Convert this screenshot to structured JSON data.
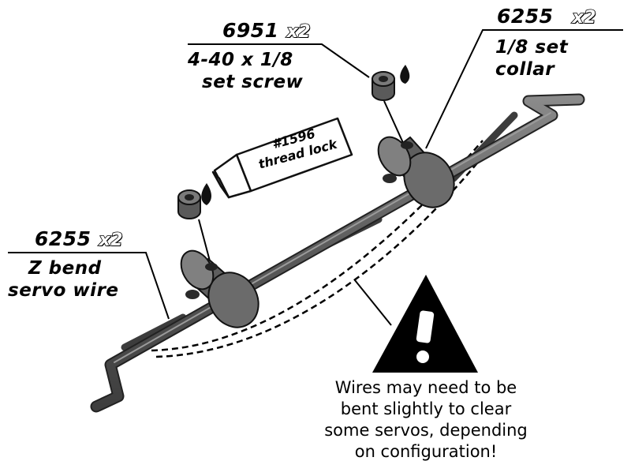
{
  "callouts": {
    "set_screw": {
      "part_number": "6951",
      "quantity": "x2",
      "line1": "4-40 x 1/8",
      "line2": "set screw"
    },
    "set_collar": {
      "part_number": "6255",
      "quantity": "x2",
      "line1": "1/8 set",
      "line2": "collar"
    },
    "servo_wire": {
      "part_number": "6255",
      "quantity": "x2",
      "line1": "Z bend",
      "line2": "servo wire"
    },
    "thread_lock": {
      "line1": "#1596",
      "line2": "thread lock"
    }
  },
  "warning": {
    "icon": "exclamation-triangle-icon",
    "lines": [
      "Wires may need to be",
      "bent slightly to clear",
      "some servos, depending",
      "on configuration!"
    ]
  },
  "colors": {
    "wire": "#5d5d5d",
    "collar": "#6f6f6f",
    "ink": "#000000"
  }
}
